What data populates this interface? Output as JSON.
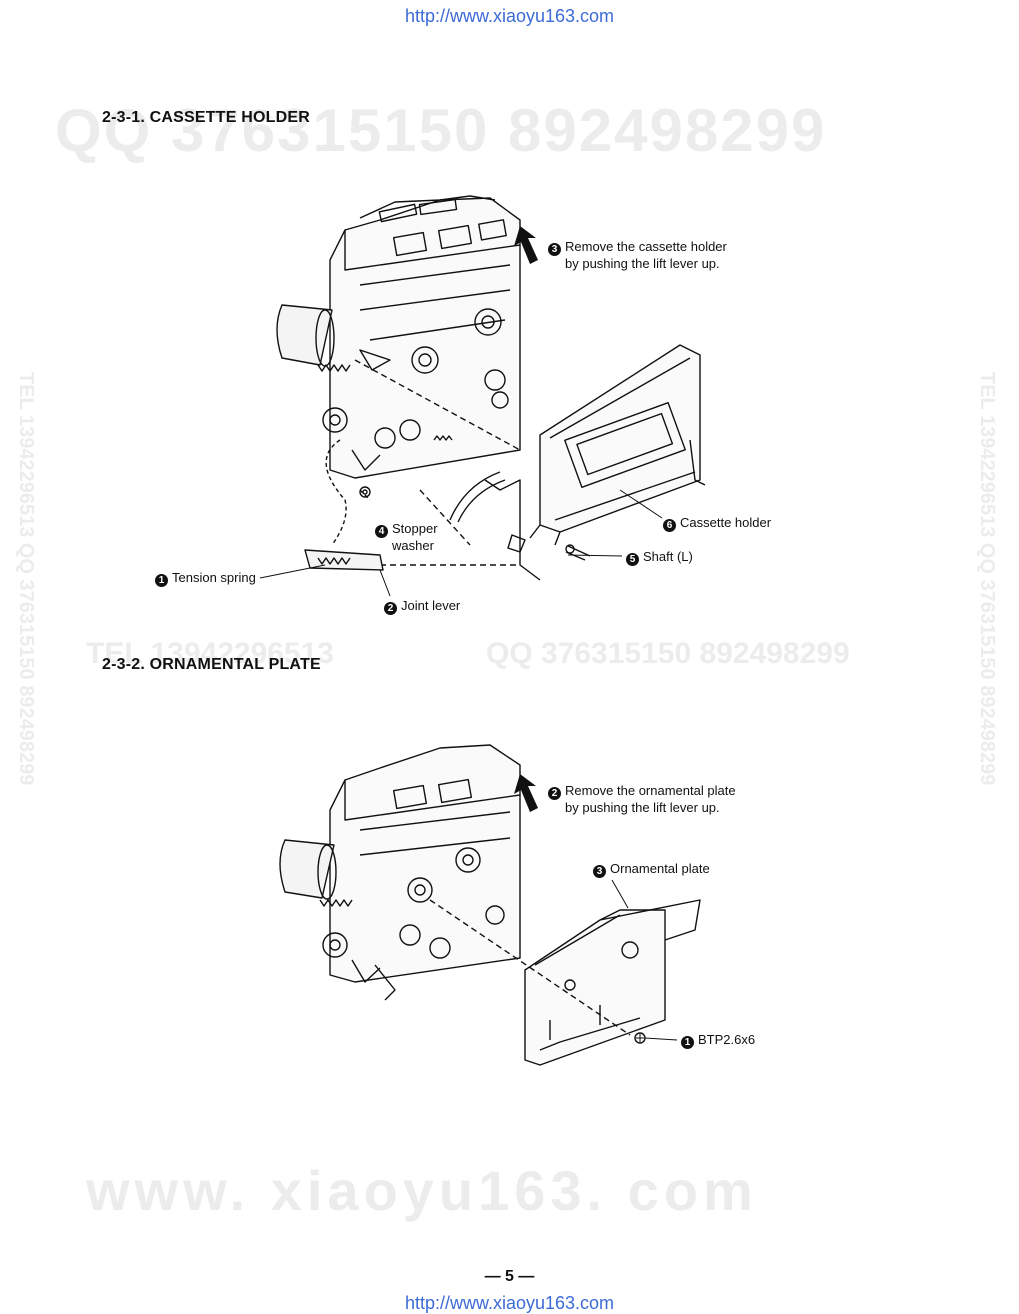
{
  "header_url": "http://www.xiaoyu163.com",
  "footer_url": "http://www.xiaoyu163.com",
  "watermarks": {
    "qq_top": "QQ 376315150   892498299",
    "tel_mid": "TEL 13942296513",
    "qq_mid": "QQ 376315150 892498299",
    "www": "www. xiaoyu163. com",
    "vertical_left": "TEL 13942296513 QQ 376315150 892498299",
    "vertical_right": "TEL 13942296513 QQ 376315150 892498299"
  },
  "section1": {
    "heading": "2-3-1.  CASSETTE HOLDER",
    "callouts": {
      "c3": {
        "num": "3",
        "line1": "Remove the cassette holder",
        "line2": "by pushing the lift lever up."
      },
      "c4": {
        "num": "4",
        "line1": "Stopper",
        "line2": "washer"
      },
      "c6": {
        "num": "6",
        "text": "Cassette holder"
      },
      "c5": {
        "num": "5",
        "text": "Shaft (L)"
      },
      "c1": {
        "num": "1",
        "text": "Tension spring"
      },
      "c2": {
        "num": "2",
        "text": "Joint lever"
      }
    }
  },
  "section2": {
    "heading": "2-3-2.  ORNAMENTAL PLATE",
    "callouts": {
      "c2": {
        "num": "2",
        "line1": "Remove the ornamental plate",
        "line2": "by pushing the lift lever up."
      },
      "c3": {
        "num": "3",
        "text": "Ornamental plate"
      },
      "c1": {
        "num": "1",
        "text": "BTP2.6x6"
      }
    }
  },
  "page_number": "— 5 —"
}
